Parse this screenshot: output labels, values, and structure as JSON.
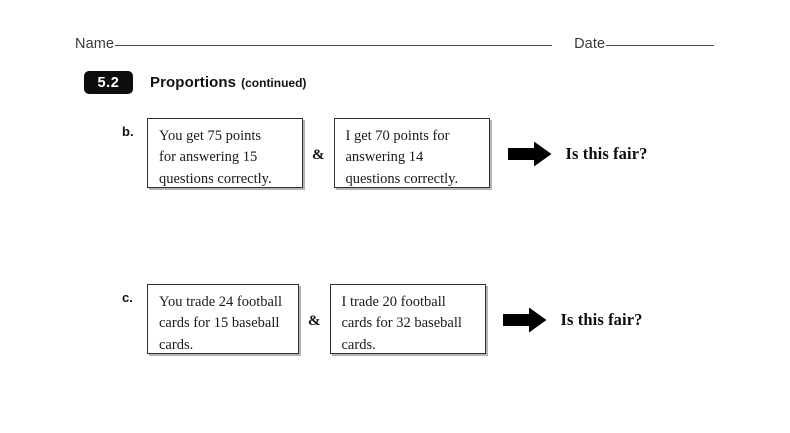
{
  "header": {
    "name_label": "Name",
    "date_label": "Date"
  },
  "section": {
    "badge": "5.2",
    "title": "Proportions",
    "subtitle": "(continued)"
  },
  "colors": {
    "badge_background": "#0d0d0d",
    "badge_text": "#ffffff",
    "box_border": "#2f2f2f",
    "text": "#1a1a1a",
    "arrow": "#000000"
  },
  "exercises": [
    {
      "letter": "b.",
      "left_box": {
        "lines": [
          "You get 75 points",
          "for answering 15",
          "questions correctly."
        ]
      },
      "operator": "&",
      "right_box": {
        "lines": [
          "I get 70 points for",
          "answering 14",
          "questions correctly."
        ]
      },
      "arrow_icon": "right-arrow-icon",
      "question": "Is this fair?"
    },
    {
      "letter": "c.",
      "left_box": {
        "lines": [
          "You trade 24 football",
          "cards for 15 baseball",
          "cards."
        ]
      },
      "operator": "&",
      "right_box": {
        "lines": [
          "I trade 20 football",
          "cards for 32 baseball",
          "cards."
        ]
      },
      "arrow_icon": "right-arrow-icon",
      "question": "Is this fair?"
    }
  ]
}
